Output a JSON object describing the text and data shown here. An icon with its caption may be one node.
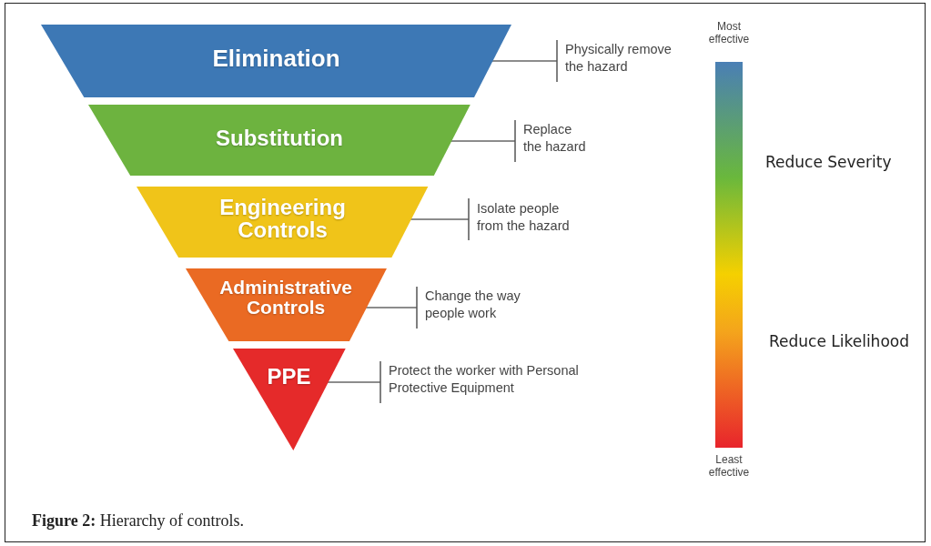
{
  "diagram": {
    "caption": "**Figure 2:** Hierarchy of controls.",
    "nodes": [
      {
        "text": [
          "Elimination"
        ]
      },
      {
        "text": [
          "Substitution"
        ]
      },
      {
        "text": [
          "Engineering Controls"
        ]
      },
      {
        "text": [
          "Administrative Controls"
        ]
      },
      {
        "text": [
          "PPE"
        ]
      },
      {
        "text": [
          "Physically remove the hazard"
        ]
      },
      {
        "text": [
          "Replace the hazard"
        ]
      },
      {
        "text": [
          "Isolate people from the hazard"
        ]
      },
      {
        "text": [
          "Change the way people work"
        ]
      },
      {
        "text": [
          "Protect the worker with Personal Protective Equipment"
        ]
      }
    ],
    "edges": [
      {
        "from": 0,
        "to": 5,
        "arrow": "other"
      },
      {
        "from": 1,
        "to": 6,
        "arrow": "other"
      },
      {
        "from": 2,
        "to": 7,
        "arrow": "other"
      },
      {
        "from": 3,
        "to": 8,
        "arrow": "other"
      },
      {
        "from": 4,
        "to": 9,
        "arrow": "other"
      }
    ],
    "labels": [
      "Most effective",
      "Reduce Severity",
      "Reduce Likelihood",
      "Least effective"
    ]
  }
}
